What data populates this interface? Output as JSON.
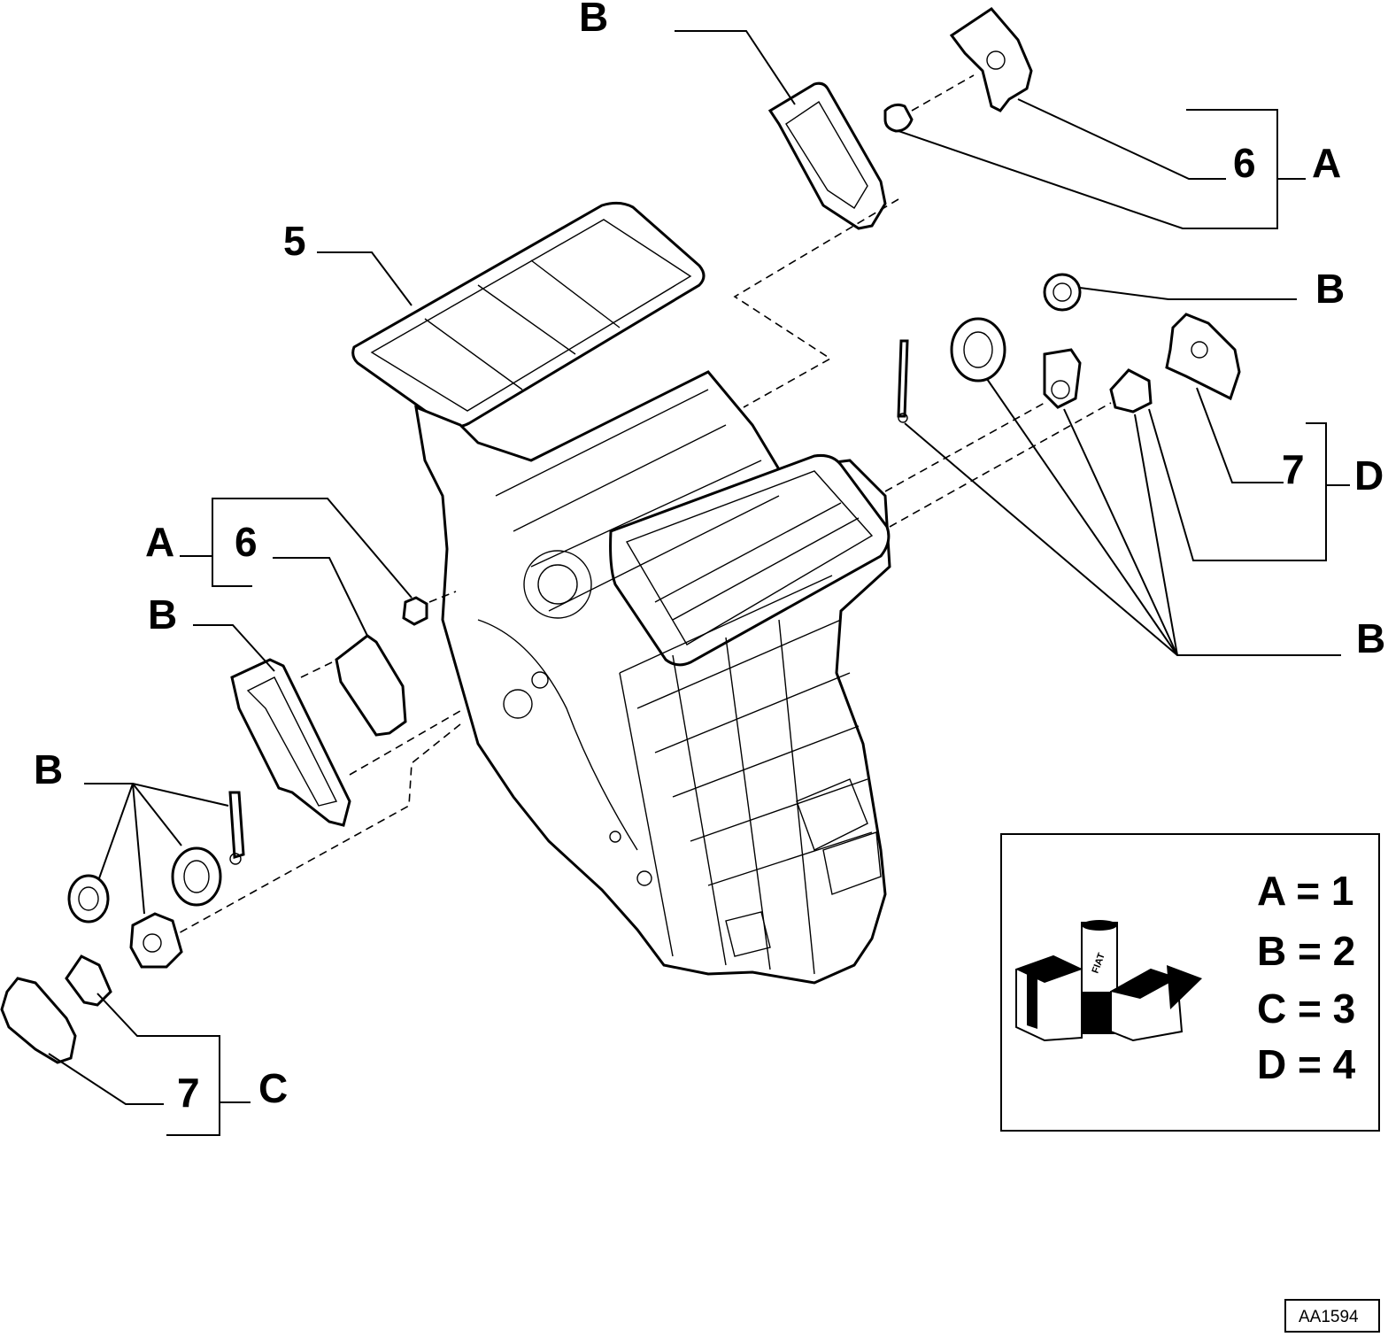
{
  "diagram": {
    "code": "AA1594",
    "callouts": {
      "B_top": "B",
      "six_right": "6",
      "A_right": "A",
      "five": "5",
      "B_right_upper": "B",
      "seven_right": "7",
      "D_right": "D",
      "B_right_lower": "B",
      "A_left": "A",
      "six_left": "6",
      "B_left_upper": "B",
      "B_left_lower": "B",
      "seven_left": "7",
      "C_left": "C"
    },
    "legend": [
      {
        "text": "A = 1"
      },
      {
        "text": "B = 2"
      },
      {
        "text": "C = 3"
      },
      {
        "text": "D = 4"
      }
    ],
    "logo_text": "FIAT"
  }
}
